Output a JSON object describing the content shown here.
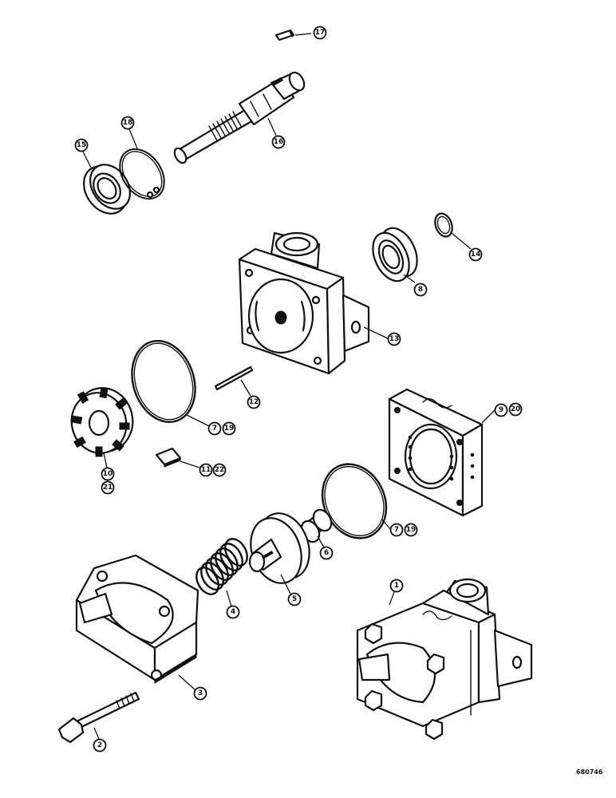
{
  "diagram": {
    "plate_number": "680746",
    "callouts": {
      "c1": "1",
      "c2": "2",
      "c3": "3",
      "c4": "4",
      "c5": "5",
      "c6": "6",
      "c7a": "7",
      "c19a": "19",
      "c7b": "7",
      "c19b": "19",
      "c8": "8",
      "c9": "9",
      "c20": "20",
      "c10": "10",
      "c21": "21",
      "c11": "11",
      "c22": "22",
      "c12": "12",
      "c13": "13",
      "c14": "14",
      "c15": "15",
      "c16": "16",
      "c17": "17",
      "c18": "18"
    }
  }
}
